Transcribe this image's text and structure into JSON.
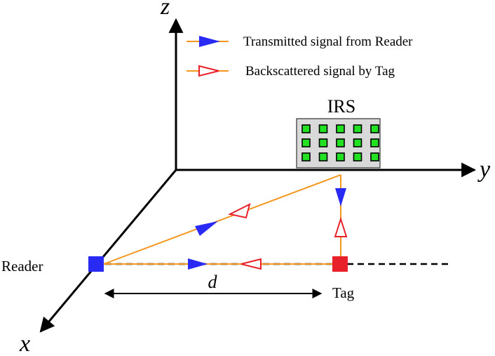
{
  "axes": {
    "x_label": "x",
    "y_label": "y",
    "z_label": "z"
  },
  "legend": {
    "transmitted_label": "Transmitted signal from Reader",
    "backscattered_label": "Backscattered signal by Tag"
  },
  "irs": {
    "label": "IRS",
    "rows": 3,
    "cols": 5
  },
  "reader_label": "Reader",
  "tag_label": "Tag",
  "distance_label": "d",
  "colors": {
    "signal_line": "#f5961e",
    "transmitted_arrow": "#2a2af5",
    "backscattered_arrow": "#e8202a",
    "reader_node": "#2a2af5",
    "tag_node": "#e8202a",
    "irs_panel": "#d9d9d9",
    "irs_element": "#22e022"
  },
  "icons": {
    "transmitted": "filled-triangle-arrow",
    "backscattered": "hollow-triangle-arrow"
  }
}
